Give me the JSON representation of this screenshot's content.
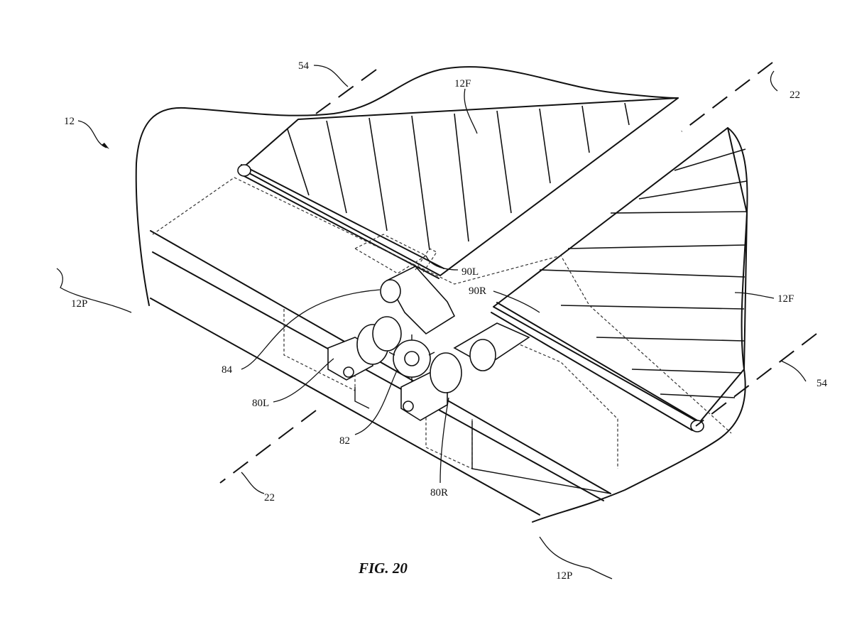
{
  "figure": {
    "caption": "FIG. 20",
    "labels": {
      "assembly": "12",
      "axis_line_54_top": "54",
      "axis_line_54_right": "54",
      "axis_22_top": "22",
      "axis_22_bottom": "22",
      "flap_top": "12F",
      "flap_right": "12F",
      "panel_left": "12P",
      "panel_bottom": "12P",
      "motor_left_arm": "90L",
      "motor_right_arm": "90R",
      "housing": "84",
      "roller_left": "80L",
      "center_gear": "82",
      "roller_right": "80R"
    }
  }
}
